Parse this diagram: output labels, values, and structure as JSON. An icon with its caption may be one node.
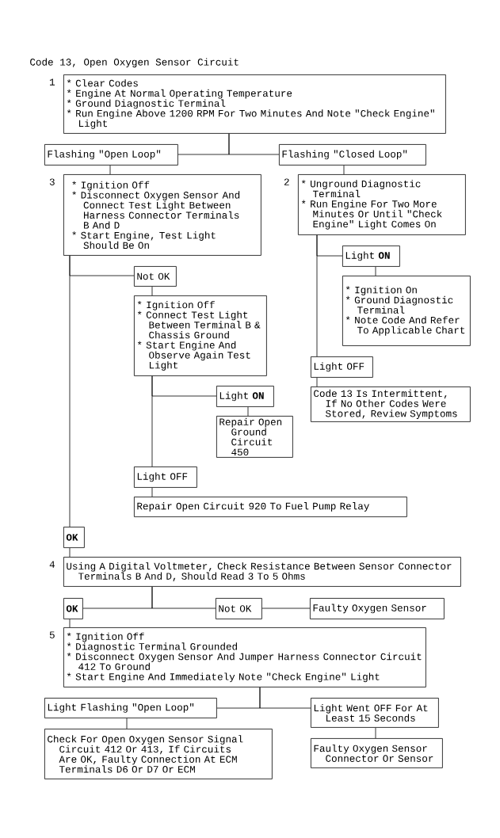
{
  "diagram": {
    "title": "Code 13, Open Oxygen Sensor Circuit",
    "nodes": [
      {
        "text": [
          "* Clear Codes",
          "* Engine At Normal Operating Temperature",
          "* Ground Diagnostic Terminal",
          "* Run Engine Above 1200 RPM For Two Minutes And Note \"Check Engine\" Light"
        ],
        "beside": [
          "1"
        ]
      },
      {
        "text": [
          "Flashing \"Open Loop\""
        ]
      },
      {
        "text": [
          "Flashing \"Closed Loop\""
        ]
      },
      {
        "text": [
          "* Ignition Off",
          "* Disconnect Oxygen Sensor And Connect Test Light Between Harness Connector Terminals B And D",
          "* Start Engine, Test Light Should Be On"
        ],
        "beside": [
          "3"
        ]
      },
      {
        "text": [
          "* Unground Diagnostic Terminal",
          "* Run Engine For Two More Minutes Or Until \"Check Engine\" Light Comes On"
        ],
        "beside": [
          "2"
        ]
      },
      {
        "text": [
          "Light **ON**"
        ]
      },
      {
        "text": [
          "* Ignition On",
          "* Ground Diagnostic Terminal",
          "* Note Code And Refer To Applicable Chart"
        ]
      },
      {
        "text": [
          "Light OFF"
        ]
      },
      {
        "text": [
          "Code 13 Is Intermittent, If No Other Codes Were Stored, Review Symptoms"
        ]
      },
      {
        "text": [
          "Not OK"
        ]
      },
      {
        "text": [
          "* Ignition Off",
          "* Connect Test Light Between Terminal B & Chassis Ground",
          "* Start Engine And Observe Again Test Light"
        ]
      },
      {
        "text": [
          "Light **ON**"
        ]
      },
      {
        "text": [
          "Repair Open Ground Circuit 450"
        ]
      },
      {
        "text": [
          "Light OFF"
        ]
      },
      {
        "text": [
          "Repair Open Circuit 920 To Fuel Pump Relay"
        ]
      },
      {
        "text": [
          "OK"
        ]
      },
      {
        "text": [
          "Using A Digital Voltmeter, Check Resistance Between Sensor Connector Terminals B And D, Should Read 3 To 5 Ohms"
        ],
        "beside": [
          "4"
        ]
      },
      {
        "text": [
          "OK"
        ]
      },
      {
        "text": [
          "Not OK"
        ]
      },
      {
        "text": [
          "Faulty Oxygen Sensor"
        ]
      },
      {
        "text": [
          "* Ignition Off",
          "* Diagnostic Terminal Grounded",
          "* Disconnect Oxygen Sensor And Jumper Harness Connector Circuit 412 To Ground",
          "* Start Engine And Immediately Note \"Check Engine\" Light"
        ],
        "beside": [
          "5"
        ]
      },
      {
        "text": [
          "Light Flashing \"Open Loop\""
        ]
      },
      {
        "text": [
          "Light Went OFF For At Least 15 Seconds"
        ]
      },
      {
        "text": [
          "Check For Open Oxygen Sensor Signal Circuit 412 Or 413, If Circuits Are OK, Faulty Connection At ECM Terminals D6 Or D7 Or ECM"
        ]
      },
      {
        "text": [
          "Faulty Oxygen Sensor Connector Or Sensor"
        ]
      }
    ],
    "edges": [
      {
        "from": 0,
        "to": 1,
        "arrow": "none"
      },
      {
        "from": 0,
        "to": 2,
        "arrow": "none"
      },
      {
        "from": 1,
        "to": 3,
        "arrow": "none"
      },
      {
        "from": 2,
        "to": 4,
        "arrow": "none"
      },
      {
        "from": 4,
        "to": 5,
        "arrow": "none"
      },
      {
        "from": 5,
        "to": 6,
        "arrow": "none"
      },
      {
        "from": 4,
        "to": 7,
        "arrow": "none"
      },
      {
        "from": 7,
        "to": 8,
        "arrow": "none"
      },
      {
        "from": 3,
        "to": 9,
        "arrow": "none"
      },
      {
        "from": 9,
        "to": 10,
        "arrow": "none"
      },
      {
        "from": 10,
        "to": 11,
        "arrow": "none"
      },
      {
        "from": 11,
        "to": 12,
        "arrow": "none"
      },
      {
        "from": 10,
        "to": 13,
        "arrow": "none"
      },
      {
        "from": 13,
        "to": 14,
        "arrow": "none"
      },
      {
        "from": 3,
        "to": 15,
        "arrow": "none"
      },
      {
        "from": 15,
        "to": 16,
        "arrow": "none"
      },
      {
        "from": 16,
        "to": 17,
        "arrow": "none"
      },
      {
        "from": 16,
        "to": 18,
        "arrow": "none"
      },
      {
        "from": 18,
        "to": 19,
        "arrow": "none"
      },
      {
        "from": 17,
        "to": 20,
        "arrow": "none"
      },
      {
        "from": 20,
        "to": 21,
        "arrow": "none"
      },
      {
        "from": 20,
        "to": 22,
        "arrow": "none"
      },
      {
        "from": 21,
        "to": 23,
        "arrow": "none"
      },
      {
        "from": 22,
        "to": 24,
        "arrow": "none"
      }
    ]
  }
}
